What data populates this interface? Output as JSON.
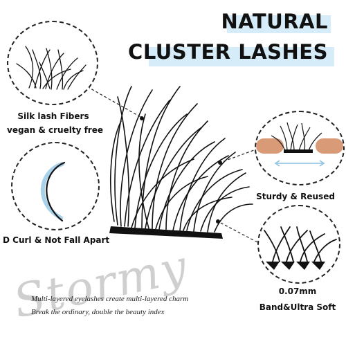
{
  "title": {
    "line1": "NATURAL",
    "line2": "CLUSTER LASHES",
    "accent_color": "#d6ecf8"
  },
  "features": {
    "top_left": {
      "line1": "Silk lash Fibers",
      "line2": "vegan & cruelty free",
      "icon": "lash-fibers-icon"
    },
    "mid_left": {
      "label": "D Curl & Not Fall Apart",
      "icon": "d-curl-icon"
    },
    "mid_right": {
      "label": "Sturdy & Reused",
      "icon": "sturdy-reused-icon"
    },
    "bottom_right": {
      "line1": "0.07mm",
      "line2": "Band&Ultra Soft",
      "icon": "band-soft-icon"
    }
  },
  "tagline": {
    "line1": "Multi-layered eyelashes create multi-layered charm",
    "line2": "Break the ordinary, double the beauty index"
  },
  "signature": "Stormy"
}
